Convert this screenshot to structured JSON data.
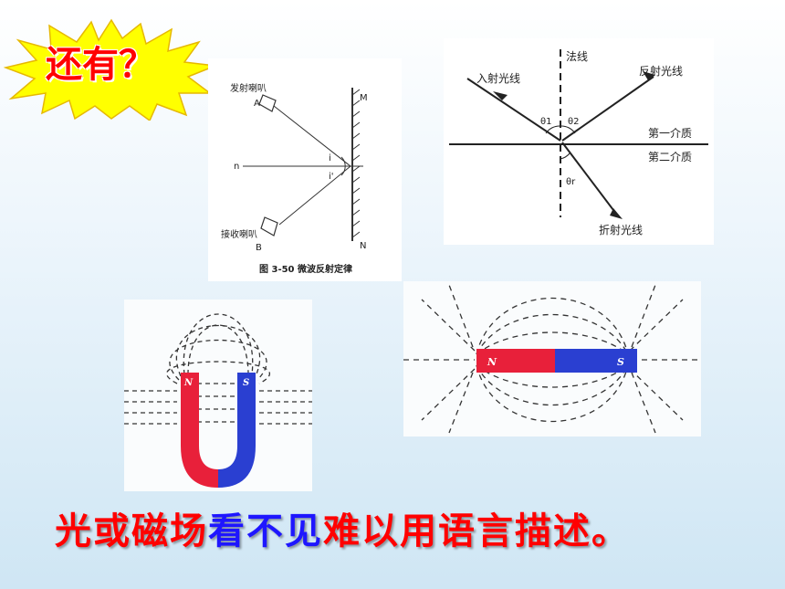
{
  "title_badge": "还有？",
  "microwave_figure": {
    "label_emitter": "发射喇叭",
    "label_emitter_point": "A",
    "label_receiver": "接收喇叭",
    "label_receiver_point": "B",
    "label_mirror_top": "M",
    "label_mirror_bottom": "N",
    "label_normal": "n",
    "label_incidence": "i",
    "label_reflection": "i'",
    "caption": "图 3-50 微波反射定律"
  },
  "refraction_figure": {
    "label_normal": "法线",
    "label_incident": "入射光线",
    "label_reflected": "反射光线",
    "label_refracted": "折射光线",
    "label_medium1": "第一介质",
    "label_medium2": "第二介质",
    "label_theta1": "θ1",
    "label_theta2": "θ2",
    "label_theta_r": "θr"
  },
  "horseshoe_magnet": {
    "north": "N",
    "south": "S"
  },
  "bar_magnet": {
    "north": "N",
    "south": "S"
  },
  "statement": [
    {
      "text": "光或磁场",
      "color": "red"
    },
    {
      "text": "看不见",
      "color": "blue"
    },
    {
      "text": "难以用语言描述。",
      "color": "red"
    }
  ],
  "colors": {
    "badge_fill": "#ffff00",
    "magnet_red": "#e8203a",
    "magnet_blue": "#2a3fd1"
  }
}
